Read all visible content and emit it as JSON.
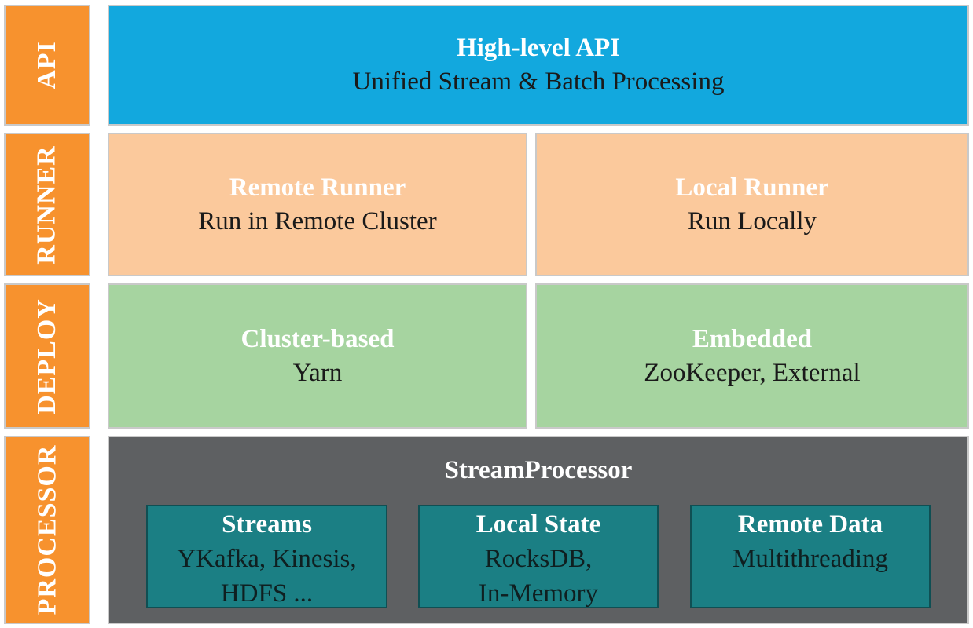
{
  "layers": {
    "api": "API",
    "runner": "RUNNER",
    "deploy": "DEPLOY",
    "processor": "PROCESSOR"
  },
  "api_panel": {
    "title": "High-level API",
    "subtitle": "Unified Stream & Batch Processing"
  },
  "runner": {
    "remote": {
      "title": "Remote Runner",
      "subtitle": "Run in Remote Cluster"
    },
    "local": {
      "title": "Local Runner",
      "subtitle": "Run Locally"
    }
  },
  "deploy": {
    "cluster": {
      "title": "Cluster-based",
      "subtitle": "Yarn"
    },
    "embedded": {
      "title": "Embedded",
      "subtitle": "ZooKeeper, External"
    }
  },
  "processor": {
    "title": "StreamProcessor",
    "streams": {
      "title": "Streams",
      "line1": "YKafka, Kinesis,",
      "line2": "HDFS ..."
    },
    "local_state": {
      "title": "Local State",
      "line1": "RocksDB,",
      "line2": "In-Memory"
    },
    "remote_data": {
      "title": "Remote Data",
      "line1": "Multithreading"
    }
  },
  "colors": {
    "layer_label": "#f7922e",
    "api": "#12a8de",
    "runner": "#fbc99c",
    "deploy": "#a6d4a0",
    "processor": "#5e6062",
    "component": "#1b7f84"
  }
}
